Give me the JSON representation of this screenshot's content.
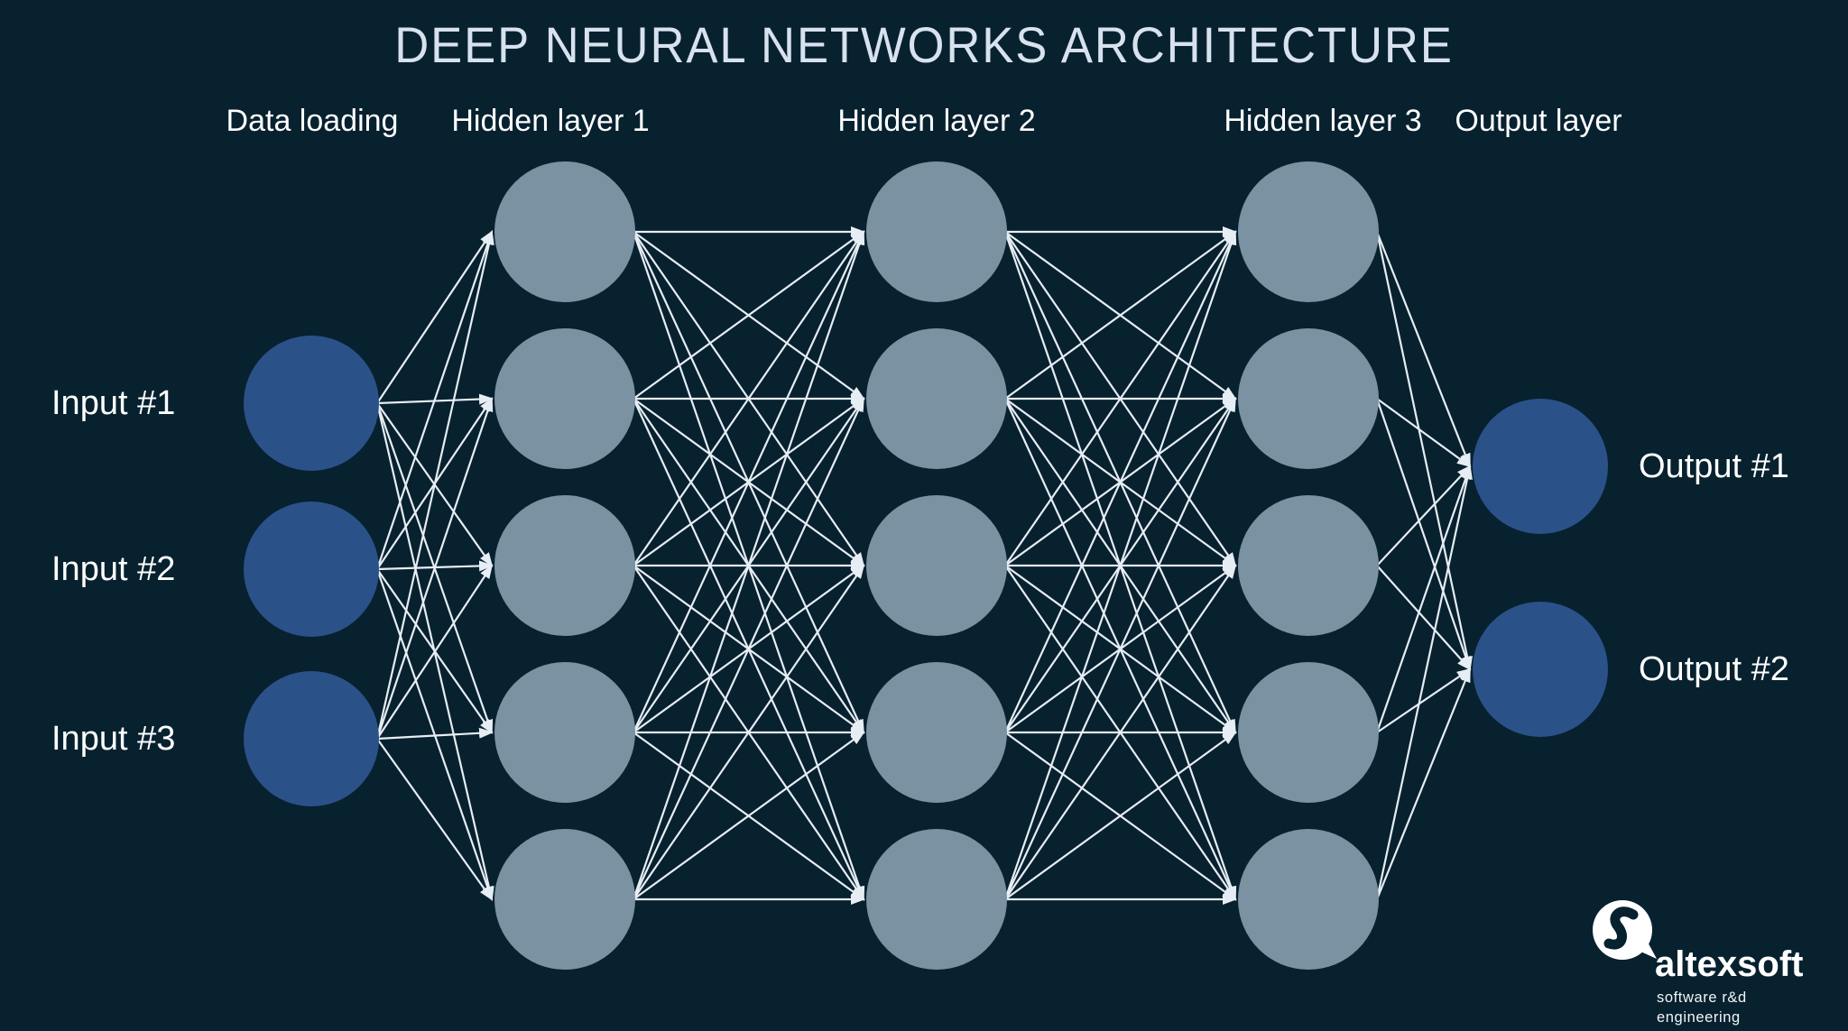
{
  "title": "DEEP NEURAL NETWORKS ARCHITECTURE",
  "colors": {
    "background": "#07212f",
    "input_node": "#2b5189",
    "hidden_node": "#7a92a2",
    "output_node": "#2b5189",
    "edge": "#e7edf4",
    "title_text": "#d8e2ee",
    "label_text": "#ffffff"
  },
  "network": {
    "fully_connected_between_adjacent_layers": true,
    "layers": [
      {
        "id": "input",
        "label": "Data loading",
        "type": "input",
        "nodes": 3,
        "node_color": "#2b5189",
        "node_labels": [
          "Input #1",
          "Input #2",
          "Input #3"
        ],
        "label_side": "left"
      },
      {
        "id": "hidden1",
        "label": "Hidden layer 1",
        "type": "hidden",
        "nodes": 5,
        "node_color": "#7a92a2"
      },
      {
        "id": "hidden2",
        "label": "Hidden layer 2",
        "type": "hidden",
        "nodes": 5,
        "node_color": "#7a92a2"
      },
      {
        "id": "hidden3",
        "label": "Hidden layer 3",
        "type": "hidden",
        "nodes": 5,
        "node_color": "#7a92a2"
      },
      {
        "id": "output",
        "label": "Output layer",
        "type": "output",
        "nodes": 2,
        "node_color": "#2b5189",
        "node_labels": [
          "Output #1",
          "Output #2"
        ],
        "label_side": "right"
      }
    ]
  },
  "logo": {
    "brand": "altexsoft",
    "tagline": "software r&d engineering"
  }
}
